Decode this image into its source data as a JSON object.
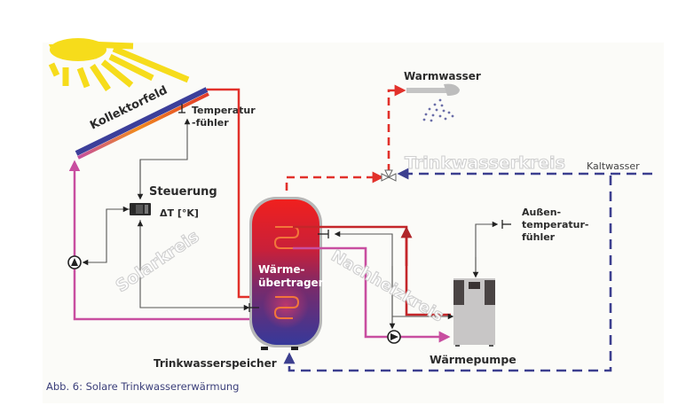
{
  "figure": {
    "caption": "Abb. 6: Solare Trinkwassererwärmung"
  },
  "labels": {
    "collector": "Kollektorfeld",
    "temp_sensor_line1": "Temperatur",
    "temp_sensor_line2": "-fühler",
    "control": "Steuerung",
    "control_unit": "ΔT  [°K]",
    "solar_circuit": "Solarkreis",
    "heat_exchanger_line1": "Wärme-",
    "heat_exchanger_line2": "übertrager",
    "storage_tank": "Trinkwasserspeicher",
    "warm_water": "Warmwasser",
    "drinking_water_circuit": "Trinkwasserkreis",
    "cold_water": "Kaltwasser",
    "outdoor_sensor_line1": "Außen-",
    "outdoor_sensor_line2": "temperatur-",
    "outdoor_sensor_line3": "fühler",
    "reheating_circuit": "Nachheizkreis",
    "heat_pump": "Wärmepumpe"
  },
  "colors": {
    "hot_pipe": "#e2312b",
    "solar_pipe": "#c84ea0",
    "cold_water": "#3c3f8f",
    "control_line": "#555555",
    "sun": "#f6dc1b",
    "tank_top": "#ee2222",
    "tank_bottom": "#3a3c9a",
    "caption": "#3b3f7a"
  }
}
